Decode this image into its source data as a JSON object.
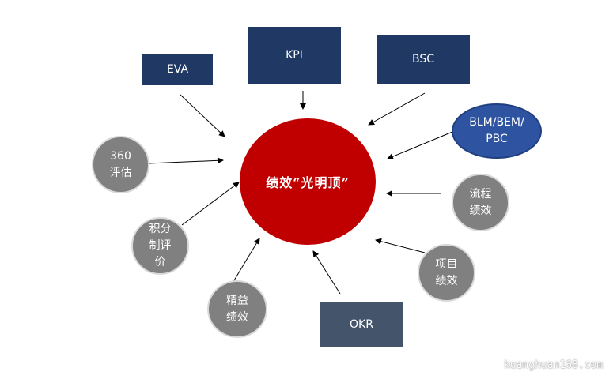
{
  "center": {
    "label": "绩效“光明顶”",
    "color": "#c00000"
  },
  "nodes": {
    "eva": {
      "label": "EVA"
    },
    "kpi": {
      "label": "KPI"
    },
    "bsc": {
      "label": "BSC"
    },
    "blm": {
      "label": "BLM/BEM/\nPBC",
      "color": "#2e54a1"
    },
    "eval360": {
      "label": "360\n评估"
    },
    "points": {
      "label": "积分\n制评\n价"
    },
    "lean": {
      "label": "精益\n绩效"
    },
    "okr": {
      "label": "OKR"
    },
    "project": {
      "label": "项目\n绩效"
    },
    "process": {
      "label": "流程\n绩效"
    }
  },
  "colors": {
    "dark_box": "#1f3864",
    "okr_box": "#44546a",
    "gray_circle": "#808080",
    "arrow": "#000000"
  },
  "watermark": "kuanghuan168.com"
}
